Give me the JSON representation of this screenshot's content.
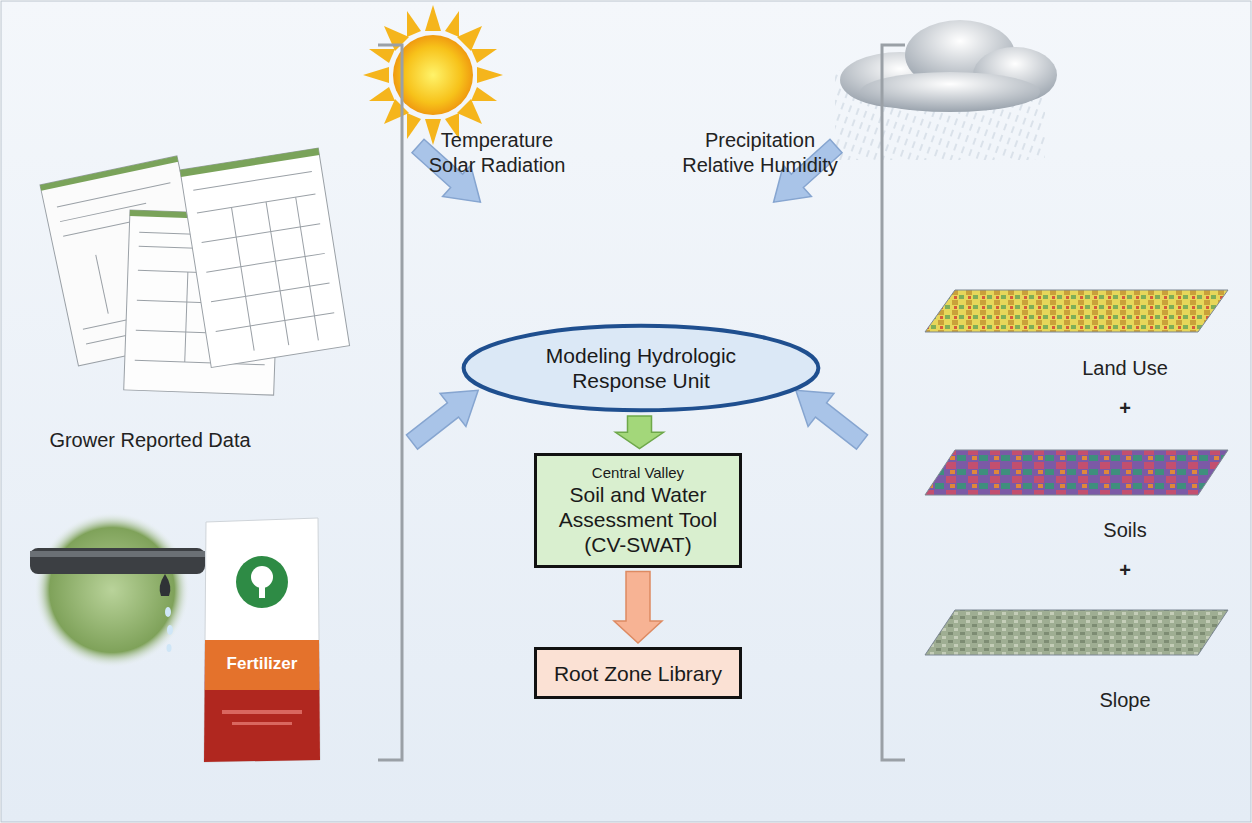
{
  "diagram": {
    "nodes": [
      {
        "text": [
          "Modeling Hydrologic Response Unit"
        ]
      },
      {
        "text": [
          "Central Valley",
          "Soil and Water Assessment Tool (CV-SWAT)"
        ]
      },
      {
        "text": [
          "Root Zone Library"
        ]
      }
    ],
    "edges": [
      {
        "from": 0,
        "to": 1,
        "arrow": "to"
      },
      {
        "from": 1,
        "to": 2,
        "arrow": "to"
      }
    ],
    "labels": [
      "Temperature Solar Radiation",
      "Precipitation Relative Humidity",
      "Grower Reported Data",
      "Fertilizer",
      "Land Use",
      "+",
      "Soils",
      "+",
      "Slope"
    ]
  }
}
